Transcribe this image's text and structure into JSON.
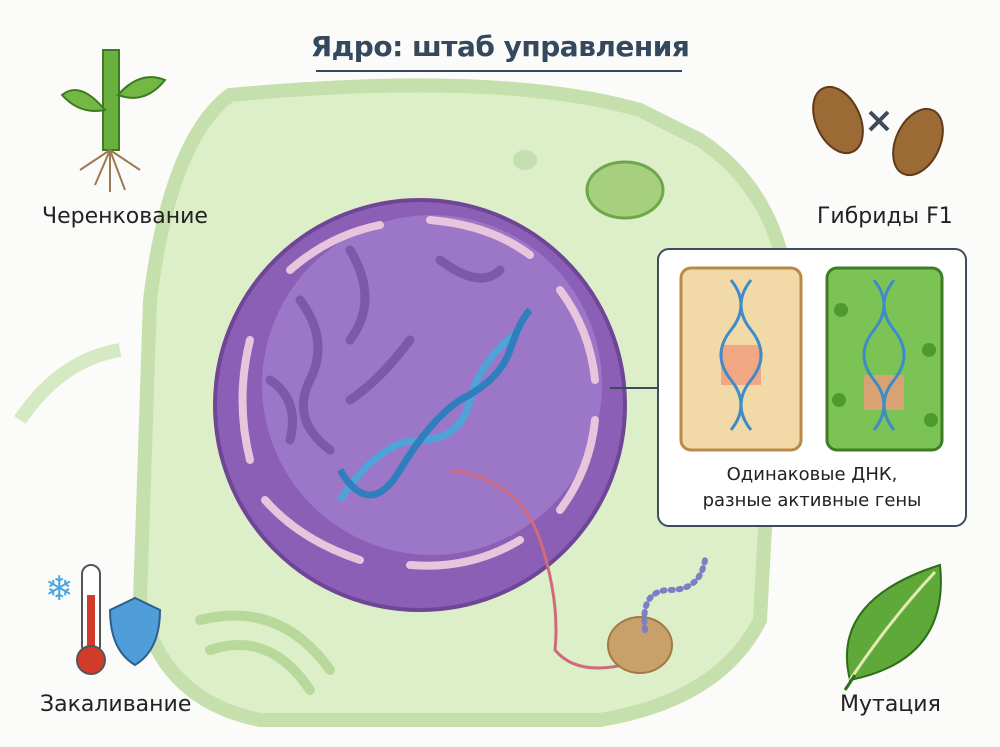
{
  "title": "Ядро: штаб управления",
  "corners": {
    "cuttings": "Черенкование",
    "hybrids": "Гибриды F1",
    "hardening": "Закаливание",
    "mutation": "Мутация"
  },
  "callout": {
    "line1": "Одинаковые ДНК,",
    "line2": "разные активные гены"
  },
  "colors": {
    "title": "#34495e",
    "nucleus": "#8a5fb5",
    "cell": "#dcefc8"
  }
}
